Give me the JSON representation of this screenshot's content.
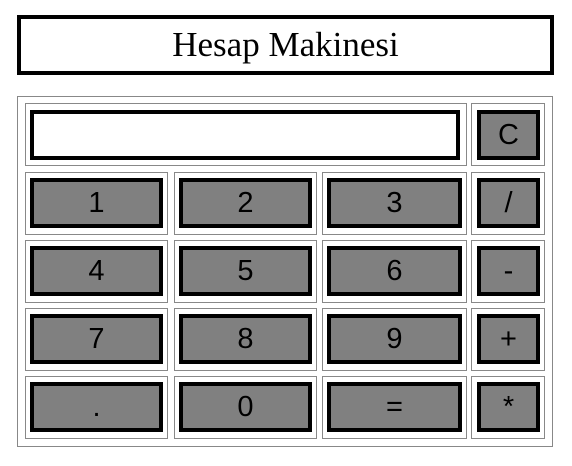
{
  "header": {
    "title": "Hesap Makinesi"
  },
  "display": {
    "value": "",
    "placeholder": ""
  },
  "keys": {
    "clear": "C",
    "one": "1",
    "two": "2",
    "three": "3",
    "divide": "/",
    "four": "4",
    "five": "5",
    "six": "6",
    "subtract": "-",
    "seven": "7",
    "eight": "8",
    "nine": "9",
    "add": "+",
    "decimal": ".",
    "zero": "0",
    "equals": "=",
    "multiply": "*"
  },
  "colors": {
    "button_fill": "#808080",
    "border": "#000000",
    "grid_line": "#888888"
  }
}
